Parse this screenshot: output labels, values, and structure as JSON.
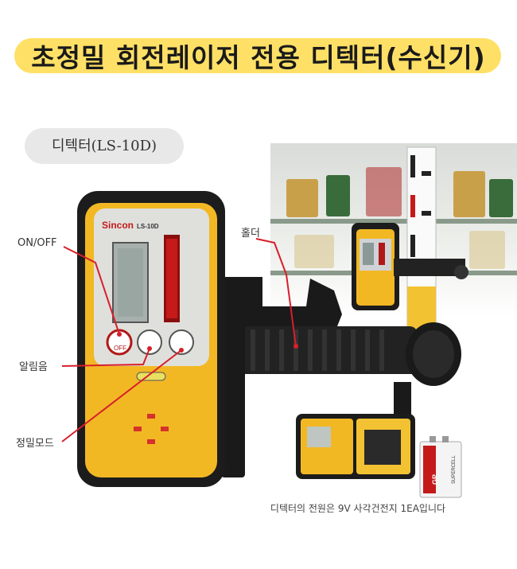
{
  "title": "초정밀 회전레이저 전용 디텍터(수신기)",
  "model_label": "디텍터(LS-10D)",
  "brand": "Sincon",
  "device_model": "LS-10D",
  "power_button_text": "OFF",
  "callouts": {
    "on_off": "ON/OFF",
    "beep": "알림음",
    "precision_mode": "정밀모드",
    "holder": "홀더"
  },
  "battery_caption": "디텍터의 전원은 9V 사각건전지 1EA입니다",
  "battery_brand": "GP",
  "battery_type": "SUPERCELL",
  "colors": {
    "banner": "#ffe066",
    "device_yellow": "#f2b824",
    "device_black": "#1c1c1c",
    "callout_red": "#d81e2a",
    "led_red": "#c41a1a"
  }
}
